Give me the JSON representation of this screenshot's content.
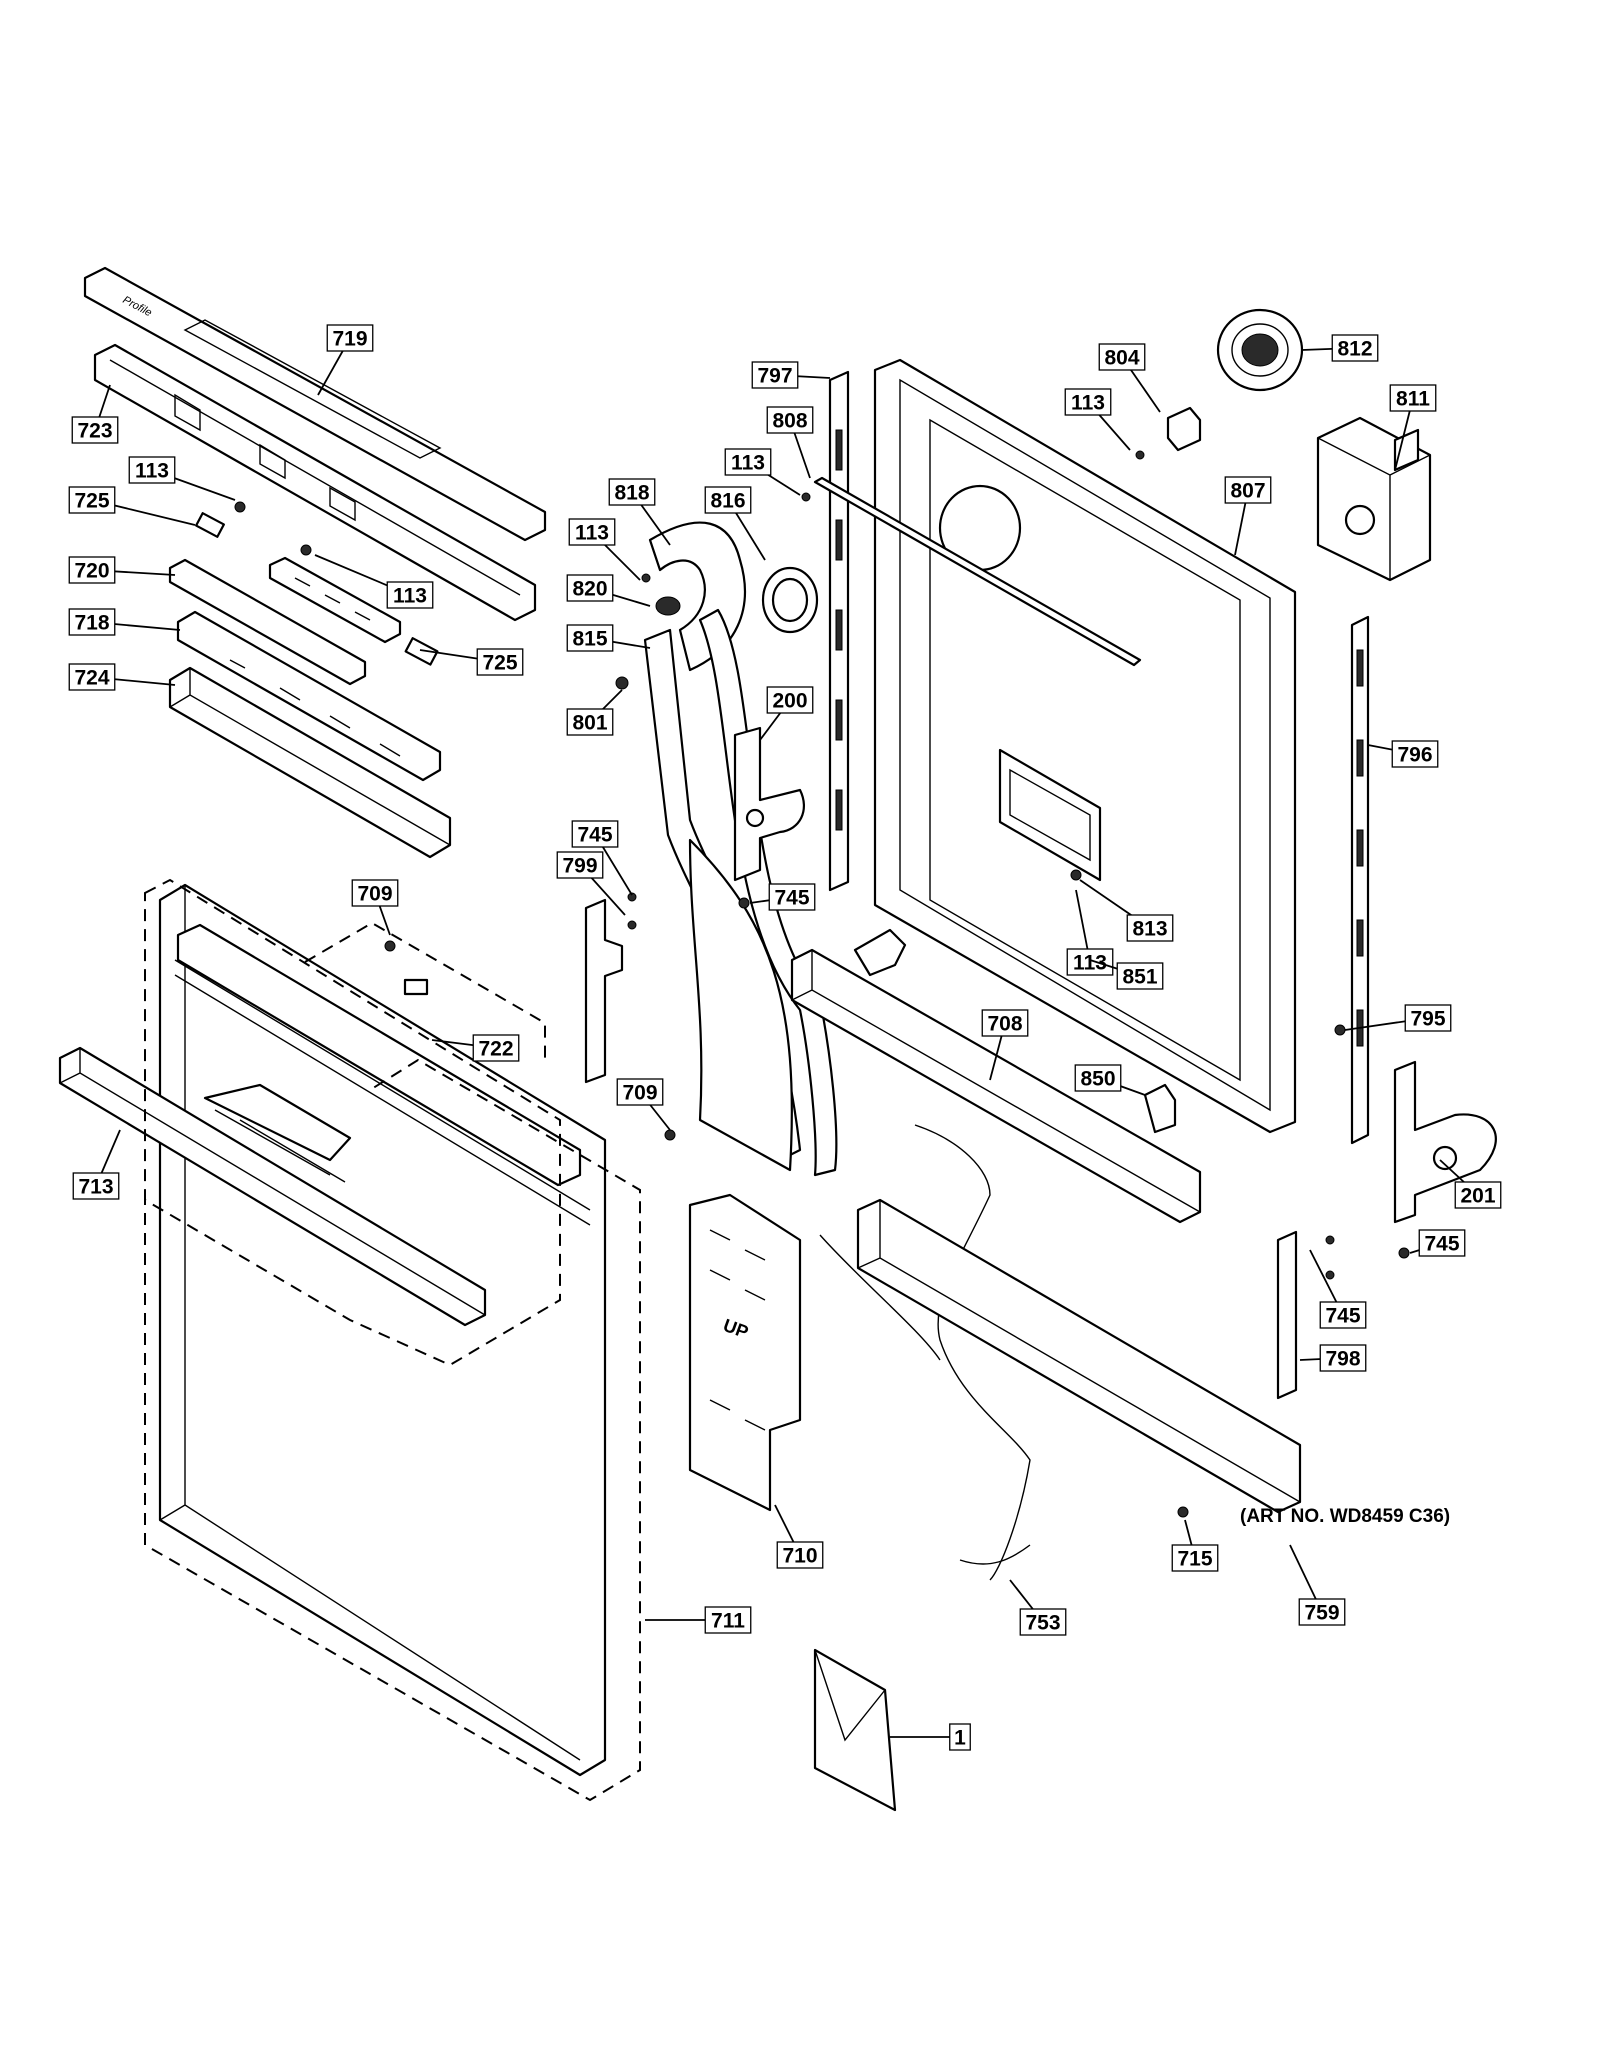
{
  "art_number": "(ART NO. WD8459 C36)",
  "console_brand": "Profile",
  "pouch_label": "UP",
  "callouts": [
    {
      "id": "719"
    },
    {
      "id": "723"
    },
    {
      "id": "113"
    },
    {
      "id": "725"
    },
    {
      "id": "113"
    },
    {
      "id": "720"
    },
    {
      "id": "718"
    },
    {
      "id": "725"
    },
    {
      "id": "724"
    },
    {
      "id": "797"
    },
    {
      "id": "808"
    },
    {
      "id": "113"
    },
    {
      "id": "818"
    },
    {
      "id": "816"
    },
    {
      "id": "113"
    },
    {
      "id": "820"
    },
    {
      "id": "815"
    },
    {
      "id": "801"
    },
    {
      "id": "200"
    },
    {
      "id": "804"
    },
    {
      "id": "113"
    },
    {
      "id": "812"
    },
    {
      "id": "811"
    },
    {
      "id": "807"
    },
    {
      "id": "796"
    },
    {
      "id": "745"
    },
    {
      "id": "799"
    },
    {
      "id": "745"
    },
    {
      "id": "709"
    },
    {
      "id": "722"
    },
    {
      "id": "713"
    },
    {
      "id": "709"
    },
    {
      "id": "813"
    },
    {
      "id": "113"
    },
    {
      "id": "851"
    },
    {
      "id": "708"
    },
    {
      "id": "795"
    },
    {
      "id": "850"
    },
    {
      "id": "201"
    },
    {
      "id": "745"
    },
    {
      "id": "745"
    },
    {
      "id": "798"
    },
    {
      "id": "710"
    },
    {
      "id": "715"
    },
    {
      "id": "753"
    },
    {
      "id": "759"
    },
    {
      "id": "711"
    },
    {
      "id": "1"
    }
  ]
}
